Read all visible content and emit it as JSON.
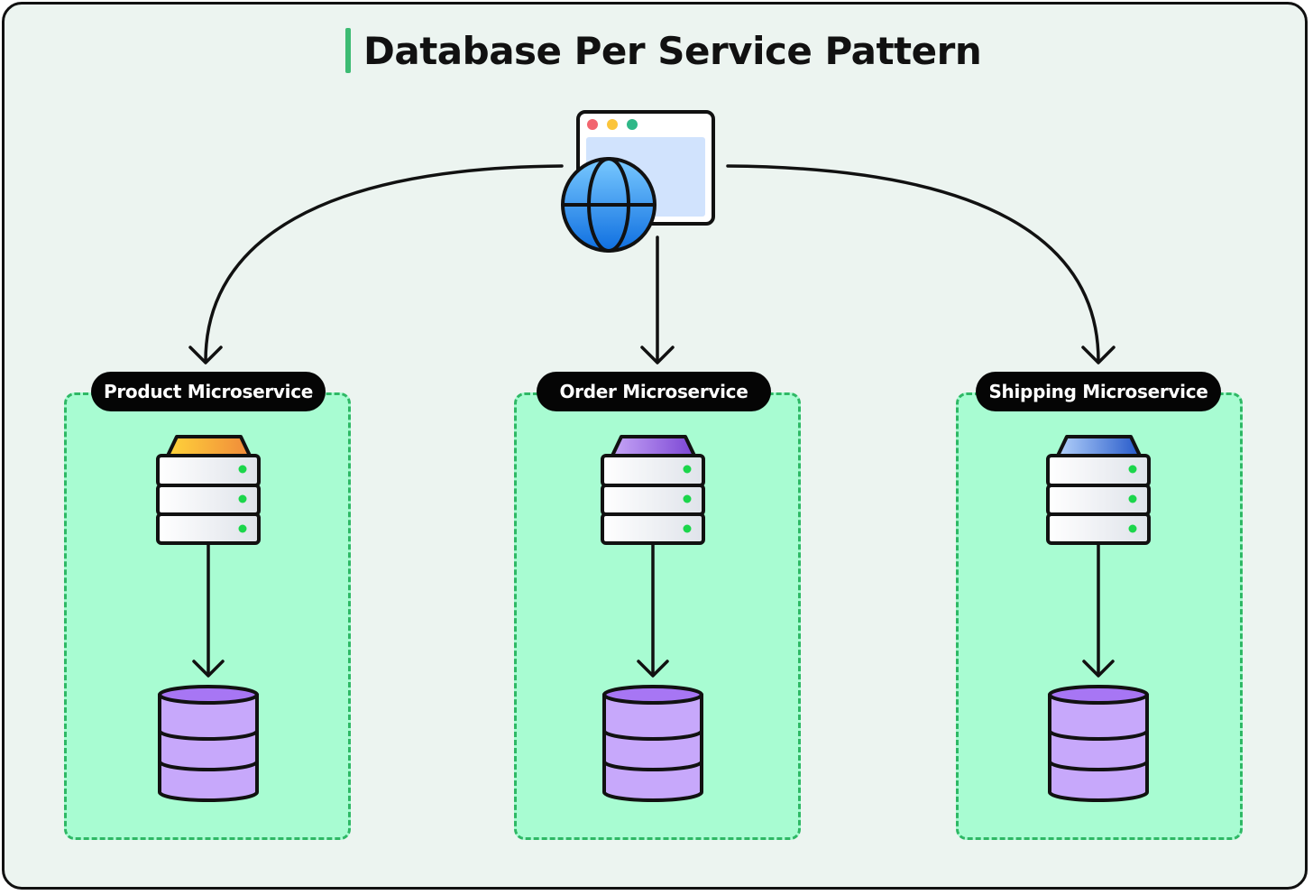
{
  "title": "Database Per Service Pattern",
  "colors": {
    "frame_bg": "#ecf4f0",
    "title_accent": "#3dbb73",
    "service_box_fill": "#a8fcd2",
    "service_box_border": "#2eb865",
    "label_bg": "#050505",
    "database_fill": "#c7a8fb",
    "browser_content": "#d1e3fd",
    "globe": "#1f8ef1"
  },
  "client": {
    "icons": [
      "browser-window-icon",
      "globe-icon"
    ]
  },
  "services": [
    {
      "label": "Product Microservice",
      "server_cap_color": "#f3a93b",
      "icons": [
        "server-icon",
        "database-icon"
      ]
    },
    {
      "label": "Order Microservice",
      "server_cap_color": "#9a6ae0",
      "icons": [
        "server-icon",
        "database-icon"
      ]
    },
    {
      "label": "Shipping Microservice",
      "server_cap_color": "#5a8ee3",
      "icons": [
        "server-icon",
        "database-icon"
      ]
    }
  ]
}
